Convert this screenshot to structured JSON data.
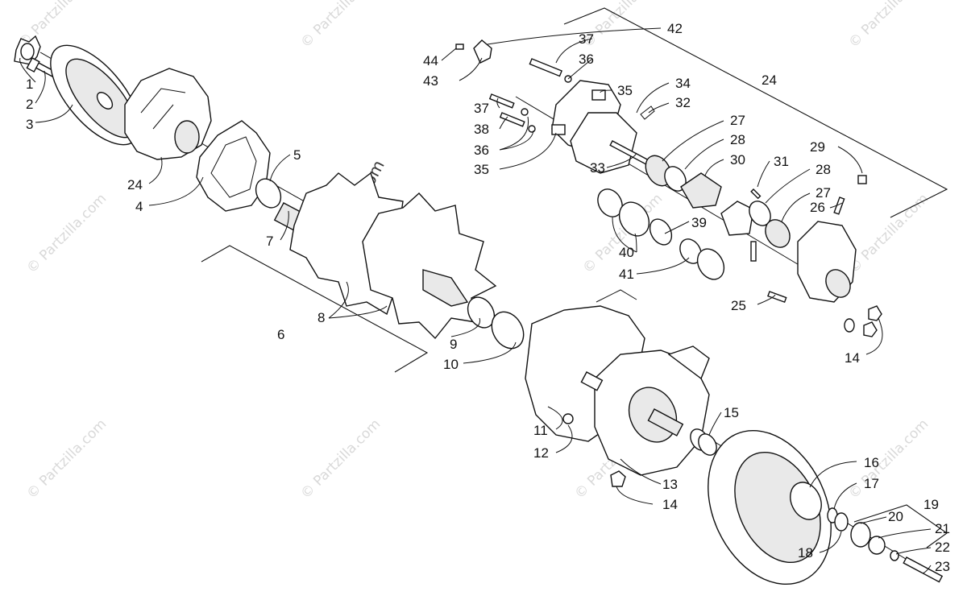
{
  "watermark": {
    "text": "© Partzilla.com",
    "center_text": "© Partzilla.com"
  },
  "callouts": {
    "c1": "1",
    "c2": "2",
    "c3": "3",
    "c4": "4",
    "c5": "5",
    "c6": "6",
    "c7": "7",
    "c8": "8",
    "c9": "9",
    "c10": "10",
    "c11": "11",
    "c12": "12",
    "c13": "13",
    "c14a": "14",
    "c14b": "14",
    "c15": "15",
    "c16": "16",
    "c17": "17",
    "c18": "18",
    "c19": "19",
    "c20": "20",
    "c21": "21",
    "c22": "22",
    "c23": "23",
    "c24a": "24",
    "c24b": "24",
    "c25": "25",
    "c26": "26",
    "c27a": "27",
    "c27b": "27",
    "c28a": "28",
    "c28b": "28",
    "c29": "29",
    "c30": "30",
    "c31": "31",
    "c32": "32",
    "c33": "33",
    "c34": "34",
    "c35a": "35",
    "c35b": "35",
    "c36a": "36",
    "c36b": "36",
    "c37a": "37",
    "c37b": "37",
    "c38": "38",
    "c39": "39",
    "c40": "40",
    "c41": "41",
    "c42": "42",
    "c43": "43",
    "c44": "44"
  }
}
